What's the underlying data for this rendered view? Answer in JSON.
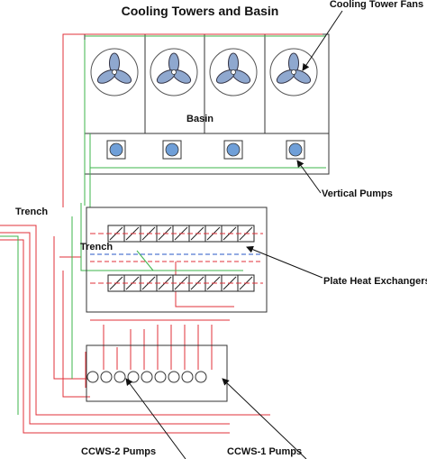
{
  "title": "Cooling Towers and Basin",
  "labels": {
    "fans": "Cooling Tower Fans",
    "basin": "Basin",
    "vertical_pumps": "Vertical Pumps",
    "trench_left": "Trench",
    "trench_inner": "Trench",
    "phe": "Plate Heat Exchangers",
    "ccws2": "CCWS-2 Pumps",
    "ccws1": "CCWS-1 Pumps"
  },
  "counts": {
    "fans": 4,
    "vertical_pumps": 4,
    "ccws2_pumps": 3,
    "ccws1_pumps": 6
  },
  "colors": {
    "red": "#e0303a",
    "green": "#3cb44b",
    "outline": "#333333",
    "fan": "#8fa8cf",
    "pump": "#6f9fd8",
    "phe_blue": "#2a57c7"
  }
}
